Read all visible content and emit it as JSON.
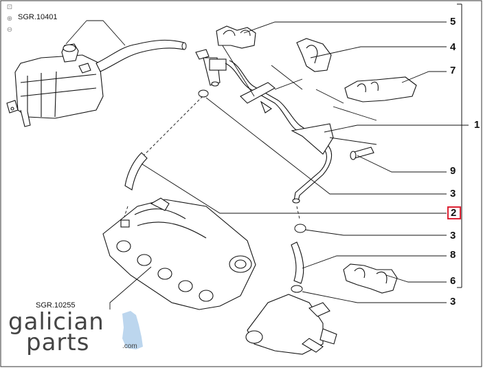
{
  "tools": [
    "fit-page",
    "zoom-in",
    "zoom-out"
  ],
  "references": {
    "top_left": "SGR.10401",
    "bottom_left": "SGR.10255"
  },
  "callouts": {
    "c5": "5",
    "c4": "4",
    "c7": "7",
    "c1": "1",
    "c9": "9",
    "c3a": "3",
    "c2": "2",
    "c3b": "3",
    "c8": "8",
    "c6": "6",
    "c3c": "3"
  },
  "highlight": {
    "callout": "2",
    "color": "#dd2233"
  },
  "logo": {
    "line1": "galician",
    "line2": "parts",
    "domain": ".com",
    "accent_color": "#bcd6ee"
  },
  "colors": {
    "lines": "#111111",
    "background": "#ffffff"
  }
}
